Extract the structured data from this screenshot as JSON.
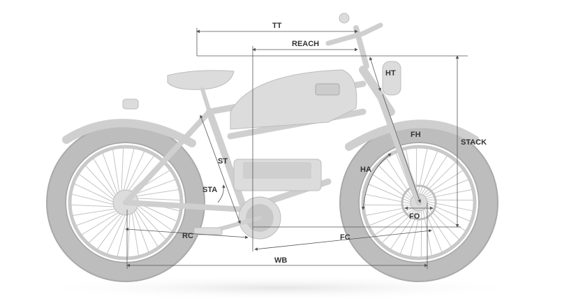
{
  "labels": {
    "tt": "TT",
    "reach": "REACH",
    "ht": "HT",
    "fh": "FH",
    "stack": "STACK",
    "st": "ST",
    "ha": "HA",
    "sta": "STA",
    "fo": "FO",
    "rc": "RC",
    "fc": "FC",
    "wb": "WB"
  },
  "colors": {
    "tire": "#bdbdbd",
    "frame": "#cfcfcf",
    "dimension_line": "#555555",
    "label": "#333333"
  }
}
